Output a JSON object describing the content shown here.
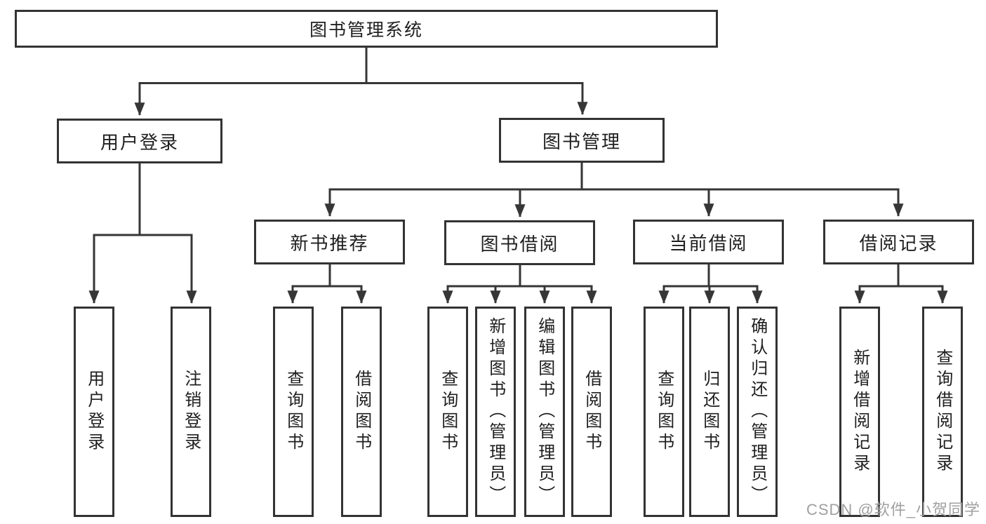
{
  "diagram": {
    "root": "图书管理系统",
    "branches": [
      {
        "label": "用户登录",
        "children": [
          "用户登录",
          "注销登录"
        ]
      },
      {
        "label": "图书管理",
        "groups": [
          {
            "label": "新书推荐",
            "children": [
              "查询图书",
              "借阅图书"
            ]
          },
          {
            "label": "图书借阅",
            "children": [
              "查询图书",
              "新增图书（管理员）",
              "编辑图书（管理员）",
              "借阅图书"
            ]
          },
          {
            "label": "当前借阅",
            "children": [
              "查询图书",
              "归还图书",
              "确认归还（管理员）"
            ]
          },
          {
            "label": "借阅记录",
            "children": [
              "新增借阅记录",
              "查询借阅记录"
            ]
          }
        ]
      }
    ]
  },
  "watermark": {
    "text": "CSDN @软件_小贺同学"
  },
  "colors": {
    "line": "#363636",
    "border": "#333333",
    "text": "#1f1f1f",
    "watermark": "#a0a0a0",
    "background": "#ffffff"
  }
}
